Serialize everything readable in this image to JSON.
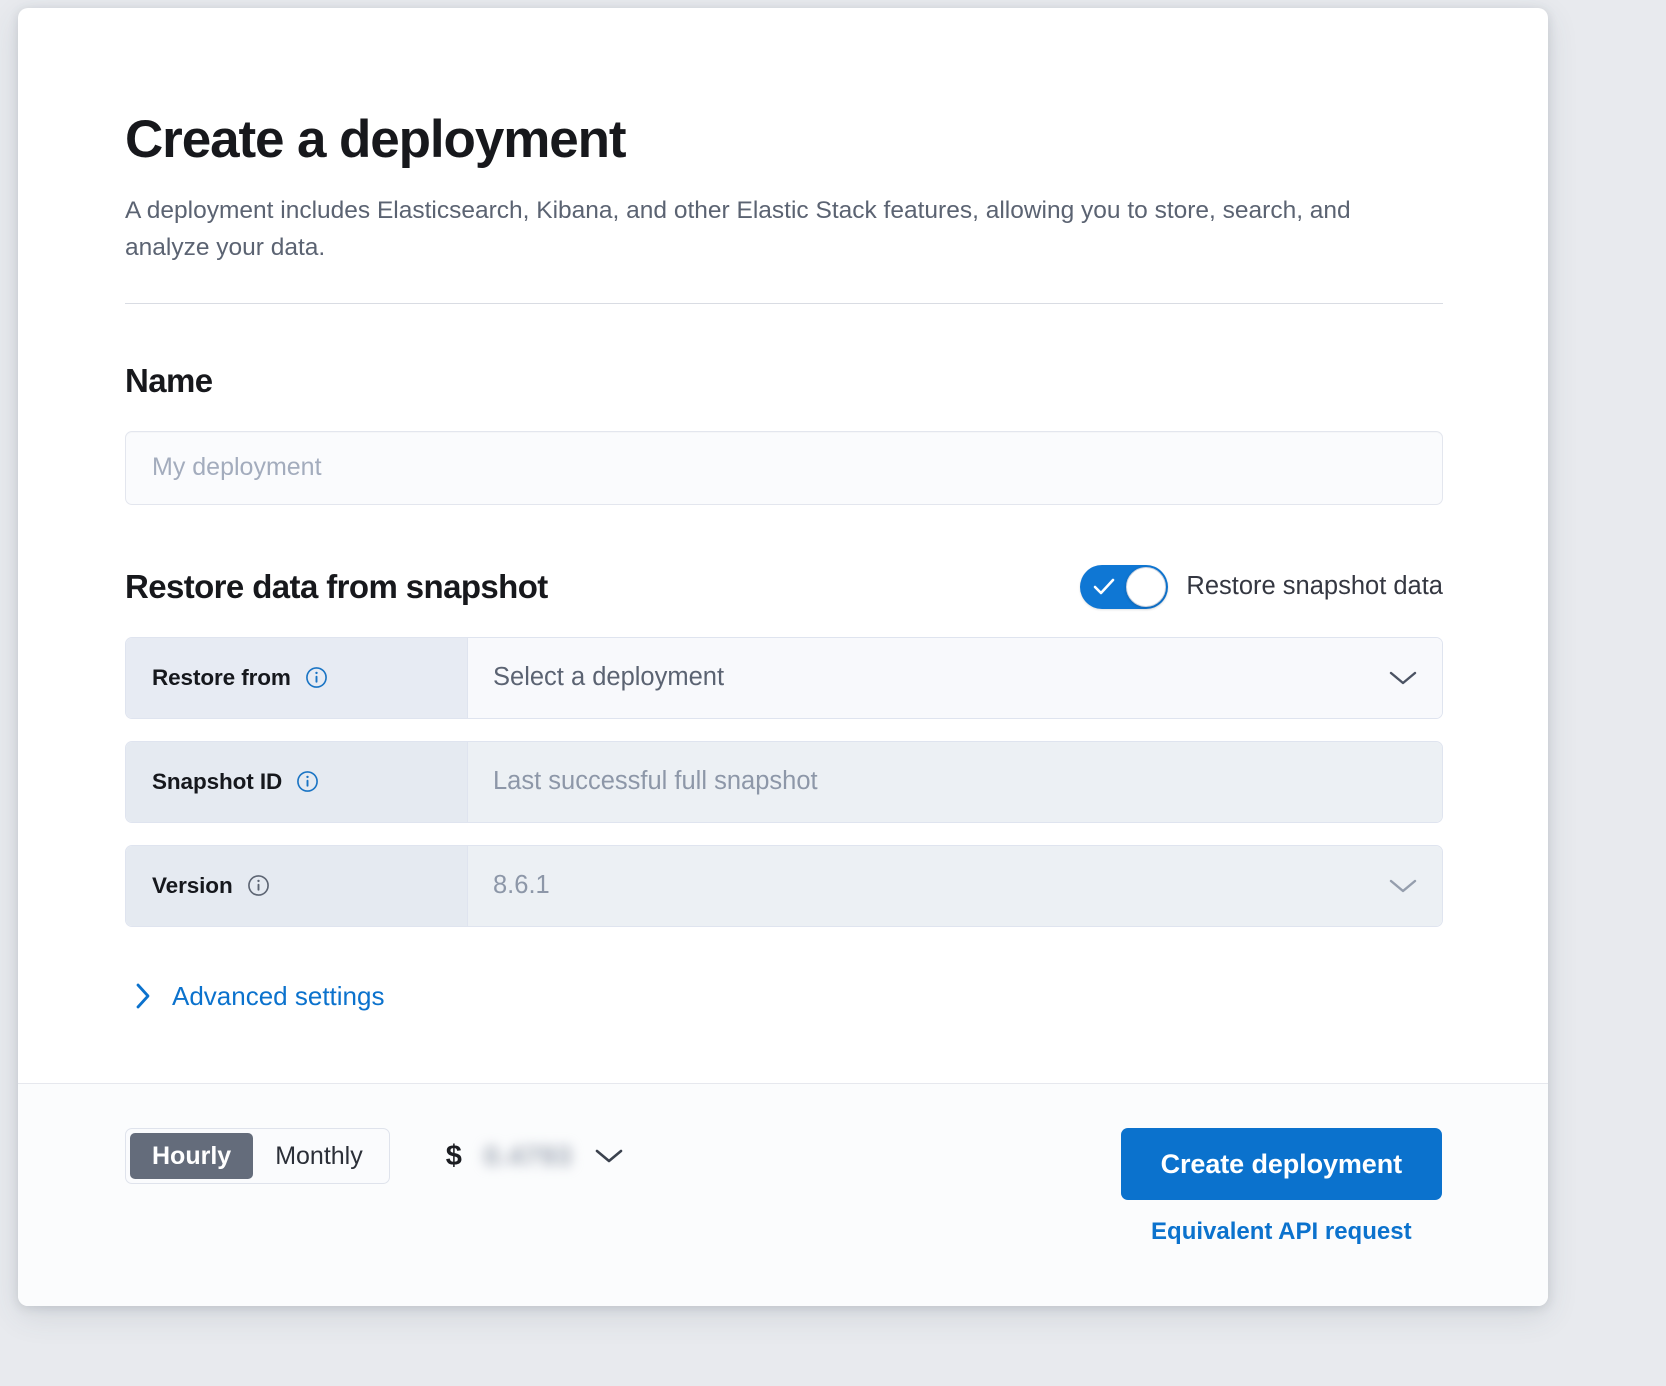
{
  "page": {
    "background_color": "#e8eaee",
    "card_background": "#ffffff",
    "accent_color": "#0b72cd"
  },
  "header": {
    "title": "Create a deployment",
    "subtitle": "A deployment includes Elasticsearch, Kibana, and other Elastic Stack features, allowing you to store, search, and analyze your data."
  },
  "name_section": {
    "heading": "Name",
    "input_placeholder": "My deployment",
    "input_value": ""
  },
  "restore_section": {
    "heading": "Restore data from snapshot",
    "toggle": {
      "label": "Restore snapshot data",
      "state": "on",
      "icon": "check-icon",
      "on_color": "#0f77d4"
    },
    "rows": [
      {
        "label": "Restore from",
        "info_icon": "info-icon",
        "value": "Select a deployment",
        "is_placeholder": true,
        "disabled": false,
        "has_chevron": true
      },
      {
        "label": "Snapshot ID",
        "info_icon": "info-icon",
        "value": "Last successful full snapshot",
        "is_placeholder": true,
        "disabled": true,
        "has_chevron": false
      },
      {
        "label": "Version",
        "info_icon": "info-icon",
        "value": "8.6.1",
        "is_placeholder": false,
        "disabled": true,
        "has_chevron": true
      }
    ],
    "advanced_settings": {
      "label": "Advanced settings",
      "icon": "chevron-right-icon",
      "expanded": false
    }
  },
  "footer": {
    "billing_toggle": {
      "options": [
        "Hourly",
        "Monthly"
      ],
      "selected": "Hourly"
    },
    "price": {
      "currency_symbol": "$",
      "amount": "0.4793",
      "redacted": true,
      "chevron_icon": "chevron-down-icon"
    },
    "create_button_label": "Create deployment",
    "api_link_label": "Equivalent API request"
  }
}
